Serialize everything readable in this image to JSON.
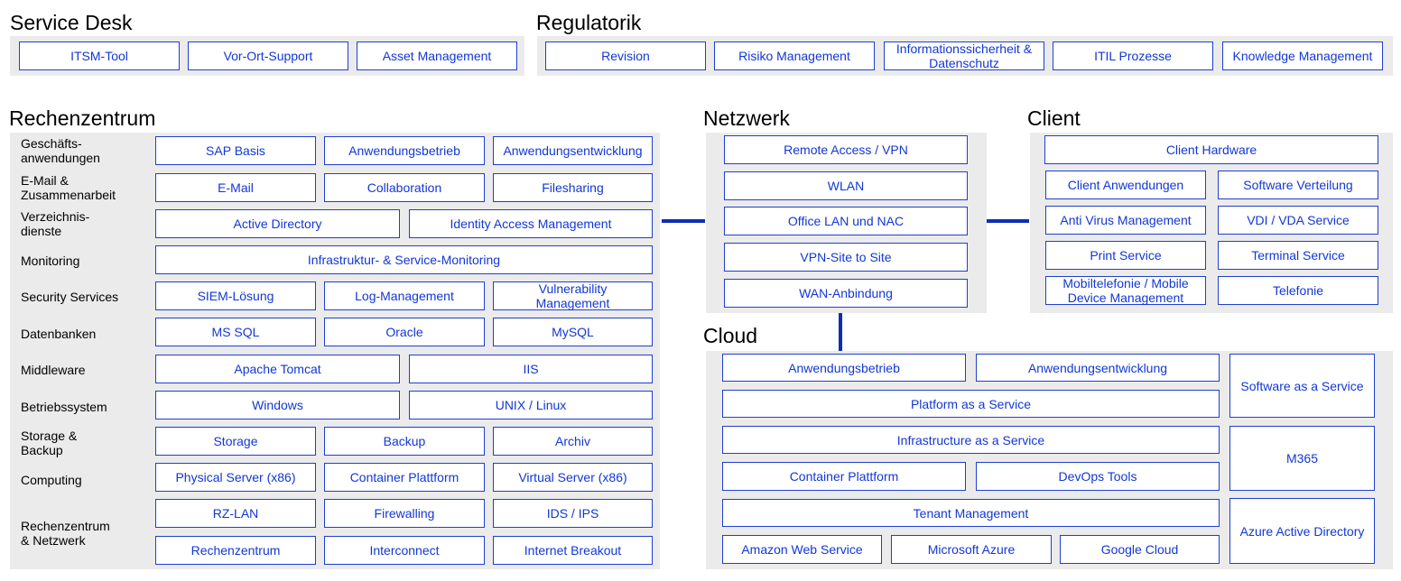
{
  "colors": {
    "panel": "#ebebeb",
    "box_border": "#1f3fd1",
    "box_text": "#1237d6",
    "connector": "#0a2fb5"
  },
  "service_desk": {
    "title": "Service Desk",
    "items": [
      "ITSM-Tool",
      "Vor-Ort-Support",
      "Asset Management"
    ]
  },
  "regulatorik": {
    "title": "Regulatorik",
    "items": [
      "Revision",
      "Risiko Management",
      "Informationssicherheit & Datenschutz",
      "ITIL Prozesse",
      "Knowledge Management"
    ]
  },
  "rechenzentrum": {
    "title": "Rechenzentrum",
    "labels": {
      "geschaeft": "Geschäfts-\nanwendungen",
      "email": "E-Mail &\nZusammenarbeit",
      "verzeichnis": "Verzeichnis-\ndienste",
      "monitoring": "Monitoring",
      "security": "Security Services",
      "datenbanken": "Datenbanken",
      "middleware": "Middleware",
      "betriebssystem": "Betriebssystem",
      "storage": "Storage &\nBackup",
      "computing": "Computing",
      "rznetz": "Rechenzentrum\n& Netzwerk"
    },
    "boxes": {
      "sap_basis": "SAP Basis",
      "anwendungsbetrieb": "Anwendungsbetrieb",
      "anwendungsentwicklung": "Anwendungsentwicklung",
      "email": "E-Mail",
      "collaboration": "Collaboration",
      "filesharing": "Filesharing",
      "active_directory": "Active Directory",
      "iam": "Identity Access Management",
      "monitoring": "Infrastruktur- & Service-Monitoring",
      "siem": "SIEM-Lösung",
      "log": "Log-Management",
      "vuln": "Vulnerability\nManagement",
      "mssql": "MS SQL",
      "oracle": "Oracle",
      "mysql": "MySQL",
      "tomcat": "Apache Tomcat",
      "iis": "IIS",
      "windows": "Windows",
      "unix": "UNIX / Linux",
      "storage": "Storage",
      "backup": "Backup",
      "archiv": "Archiv",
      "physical": "Physical Server (x86)",
      "container": "Container Plattform",
      "virtual": "Virtual Server (x86)",
      "rzlan": "RZ-LAN",
      "firewalling": "Firewalling",
      "ids": "IDS / IPS",
      "rechenzentrum": "Rechenzentrum",
      "interconnect": "Interconnect",
      "breakout": "Internet Breakout"
    }
  },
  "netzwerk": {
    "title": "Netzwerk",
    "items": [
      "Remote Access / VPN",
      "WLAN",
      "Office LAN und NAC",
      "VPN-Site to Site",
      "WAN-Anbindung"
    ]
  },
  "client": {
    "title": "Client",
    "boxes": {
      "hardware": "Client Hardware",
      "anwendungen": "Client Anwendungen",
      "verteilung": "Software Verteilung",
      "antivirus": "Anti Virus Management",
      "vdi": "VDI / VDA Service",
      "print": "Print Service",
      "terminal": "Terminal Service",
      "mobil": "Mobiltelefonie / Mobile\nDevice Management",
      "telefonie": "Telefonie"
    }
  },
  "cloud": {
    "title": "Cloud",
    "boxes": {
      "anwendungsbetrieb": "Anwendungsbetrieb",
      "anwendungsentwicklung": "Anwendungsentwicklung",
      "saas": "Software as a Service",
      "paas": "Platform as a Service",
      "iaas": "Infrastructure as a Service",
      "m365": "M365",
      "container": "Container Plattform",
      "devops": "DevOps Tools",
      "tenant": "Tenant Management",
      "aad": "Azure Active Directory",
      "aws": "Amazon Web Service",
      "azure": "Microsoft Azure",
      "gcloud": "Google Cloud"
    }
  }
}
